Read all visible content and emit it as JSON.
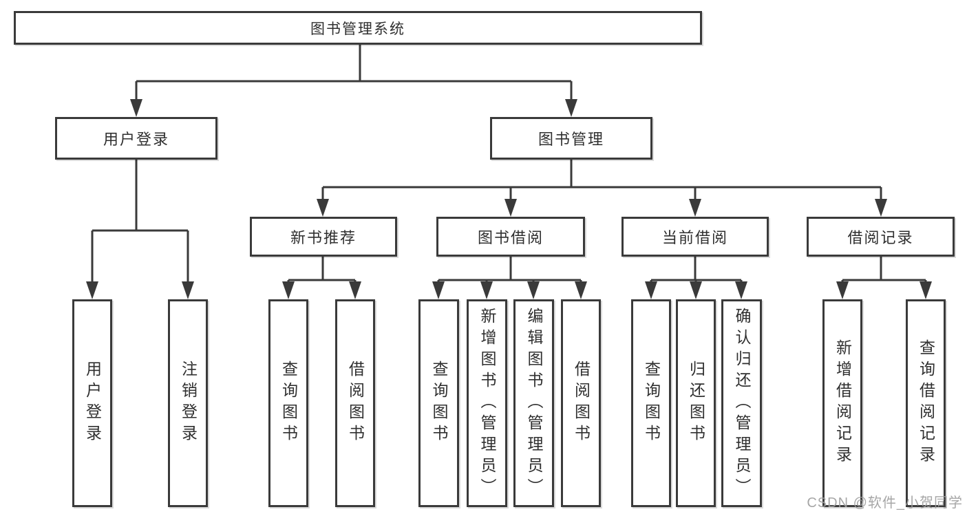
{
  "tree": {
    "root": {
      "label": "图书管理系统"
    },
    "branches": [
      {
        "label": "用户登录",
        "children": [
          {
            "label": "用户登录"
          },
          {
            "label": "注销登录"
          }
        ]
      },
      {
        "label": "图书管理",
        "children": [
          {
            "label": "新书推荐",
            "children": [
              {
                "label": "查询图书"
              },
              {
                "label": "借阅图书"
              }
            ]
          },
          {
            "label": "图书借阅",
            "children": [
              {
                "label": "查询图书"
              },
              {
                "label": "新增图书（管理员）"
              },
              {
                "label": "编辑图书（管理员）"
              },
              {
                "label": "借阅图书"
              }
            ]
          },
          {
            "label": "当前借阅",
            "children": [
              {
                "label": "查询图书"
              },
              {
                "label": "归还图书"
              },
              {
                "label": "确认归还（管理员）"
              }
            ]
          },
          {
            "label": "借阅记录",
            "children": [
              {
                "label": "新增借阅记录"
              },
              {
                "label": "查询借阅记录"
              }
            ]
          }
        ]
      }
    ]
  },
  "watermark": "CSDN @软件_小贺同学",
  "colors": {
    "line": "#3a3a3a",
    "text": "#2f2f2f",
    "watermark": "#9e9e9e",
    "background": "#ffffff"
  }
}
